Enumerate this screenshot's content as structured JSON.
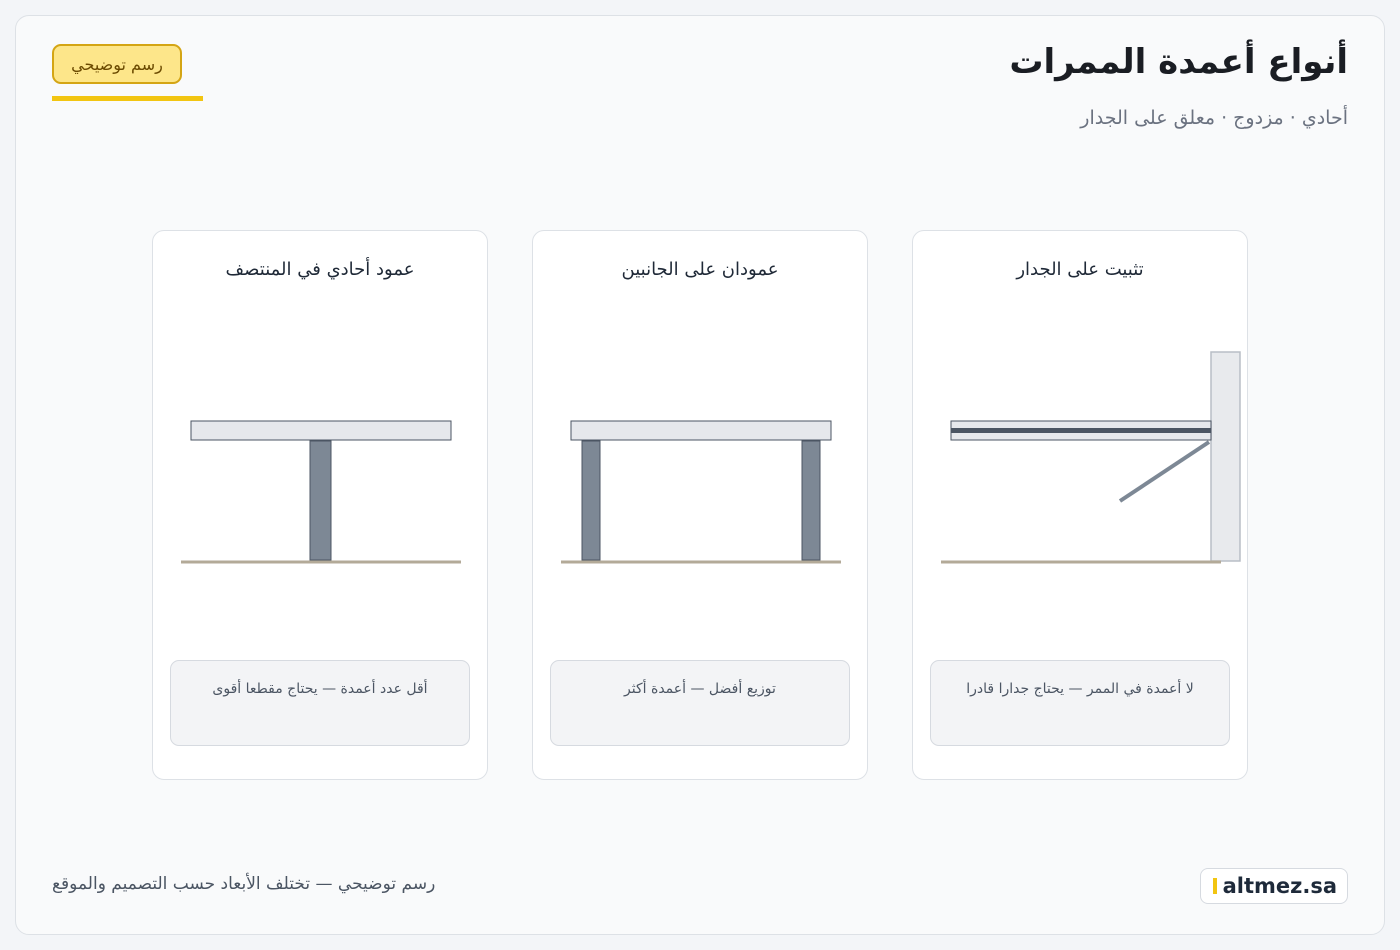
{
  "header": {
    "title": "أنواع أعمدة الممرات",
    "subtitle": "أحادي · مزدوج · معلق على الجدار",
    "badge": "رسم توضيحي"
  },
  "colors": {
    "deck": "#e6e8ec",
    "deck_stroke": "#4b5563",
    "post": "#7d8895",
    "ground": "#b3aa98",
    "wall": "#e8eaed",
    "accent": "#f2c511",
    "badge_bg": "#fde68a"
  },
  "cards": [
    {
      "title": "تثبيت على الجدار",
      "note": "لا أعمدة في الممر — يحتاج جدارا قادرا",
      "variant": "wall-mounted"
    },
    {
      "title": "عمودان على الجانبين",
      "note": "توزيع أفضل — أعمدة أكثر",
      "variant": "double"
    },
    {
      "title": "عمود أحادي في المنتصف",
      "note": "أقل عدد أعمدة — يحتاج مقطعا أقوى",
      "variant": "single"
    }
  ],
  "footer": {
    "note": "رسم توضيحي — تختلف الأبعاد حسب التصميم والموقع",
    "logo_text": "altmez.sa"
  }
}
